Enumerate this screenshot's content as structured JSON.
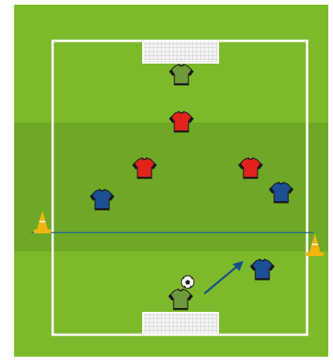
{
  "colors": {
    "grass_light": "#7cba2b",
    "grass_dark": "#6ea826",
    "lines": "#ffffff",
    "midline": "#1f6d8f",
    "cone": "#f2b40f",
    "goalkeeper_shirt": "#6f9a3a",
    "red_shirt": "#e2231a",
    "blue_shirt": "#1d4f93",
    "arrow": "#1b4f8a"
  },
  "players": [
    {
      "team": "goalkeeper",
      "role": "goalkeeper-top"
    },
    {
      "team": "red",
      "role": "red-player-center"
    },
    {
      "team": "red",
      "role": "red-player-left"
    },
    {
      "team": "red",
      "role": "red-player-right"
    },
    {
      "team": "blue",
      "role": "blue-player-left"
    },
    {
      "team": "blue",
      "role": "blue-player-right"
    },
    {
      "team": "blue",
      "role": "blue-player-receiver"
    },
    {
      "team": "goalkeeper",
      "role": "goalkeeper-bottom"
    }
  ],
  "equipment": [
    "cone-left",
    "cone-right",
    "ball",
    "goal-top",
    "goal-bottom"
  ],
  "movement": [
    {
      "type": "pass-arrow",
      "from": "ball",
      "to": "blue-player-receiver"
    }
  ]
}
